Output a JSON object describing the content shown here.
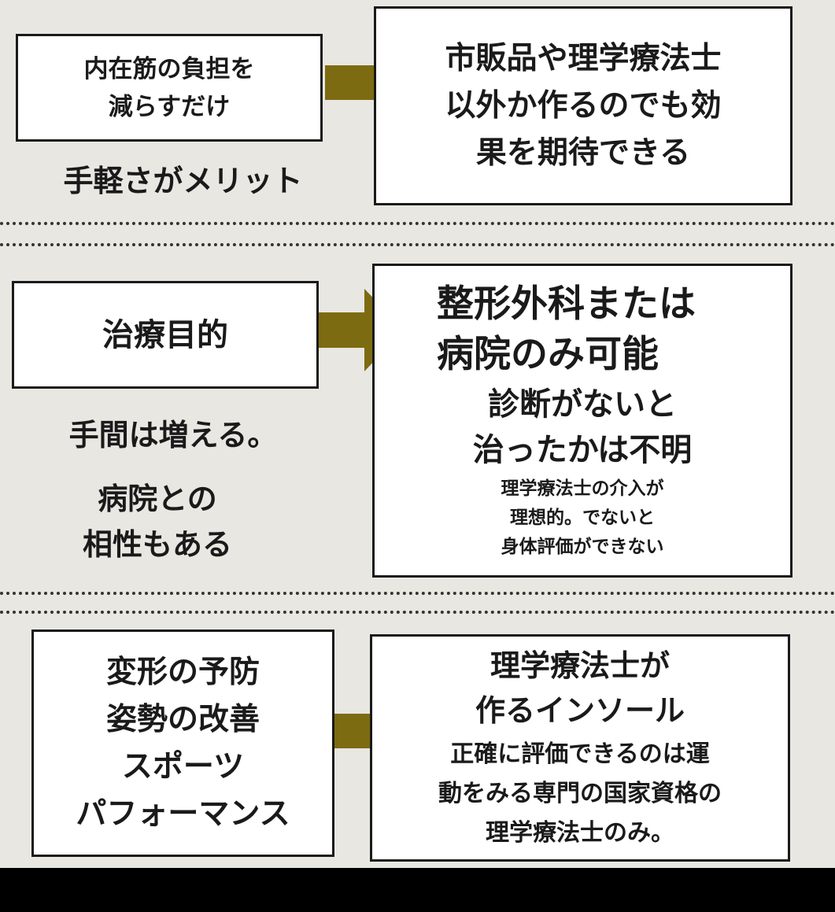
{
  "colors": {
    "arrow": "#7d6b12",
    "background": "#e8e7e2",
    "box_border": "#1a1a1a"
  },
  "section1": {
    "left_box": [
      "内在筋の負担を",
      "減らすだけ"
    ],
    "note": "手軽さがメリット",
    "right_box": [
      "市販品や理学療法士",
      "以外か作るのでも効",
      "果を期待できる"
    ]
  },
  "section2": {
    "left_box": [
      "治療目的"
    ],
    "note_a": "手間は増える。",
    "note_b": [
      "病院との",
      "相性もある"
    ],
    "right_box_large": [
      "整形外科または",
      "病院のみ可能"
    ],
    "right_box_medium": [
      "診断がないと",
      "治ったかは不明"
    ],
    "right_box_small": [
      "理学療法士の介入が",
      "理想的。でないと",
      "身体評価ができない"
    ]
  },
  "section3": {
    "left_box": [
      "変形の予防",
      "姿勢の改善",
      "スポーツ",
      "パフォーマンス"
    ],
    "right_box_title": [
      "理学療法士が",
      "作るインソール"
    ],
    "right_box_body": [
      "正確に評価できるのは運",
      "動をみる専門の国家資格の",
      "理学療法士のみ。"
    ]
  }
}
